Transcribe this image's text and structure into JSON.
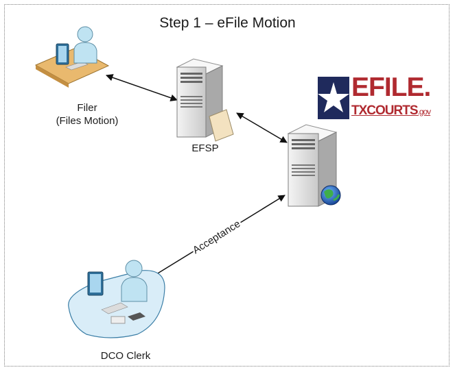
{
  "title": "Step 1 – eFile Motion",
  "nodes": {
    "filer": {
      "line1": "Filer",
      "line2": "(Files Motion)"
    },
    "efsp": {
      "label": "EFSP"
    },
    "clerk": {
      "label": "DCO Clerk"
    }
  },
  "edges": {
    "acceptance": "Acceptance"
  },
  "logo": {
    "main": "EFILE",
    "dot": ".",
    "sub": "TXCOURTS",
    "gov": ".gov"
  },
  "colors": {
    "logo_red": "#b02a30",
    "logo_navy": "#1f2a5c",
    "server_body": "#e6e6e6",
    "person_blue": "#bfe3f2",
    "desk_tan": "#e9b96e"
  }
}
